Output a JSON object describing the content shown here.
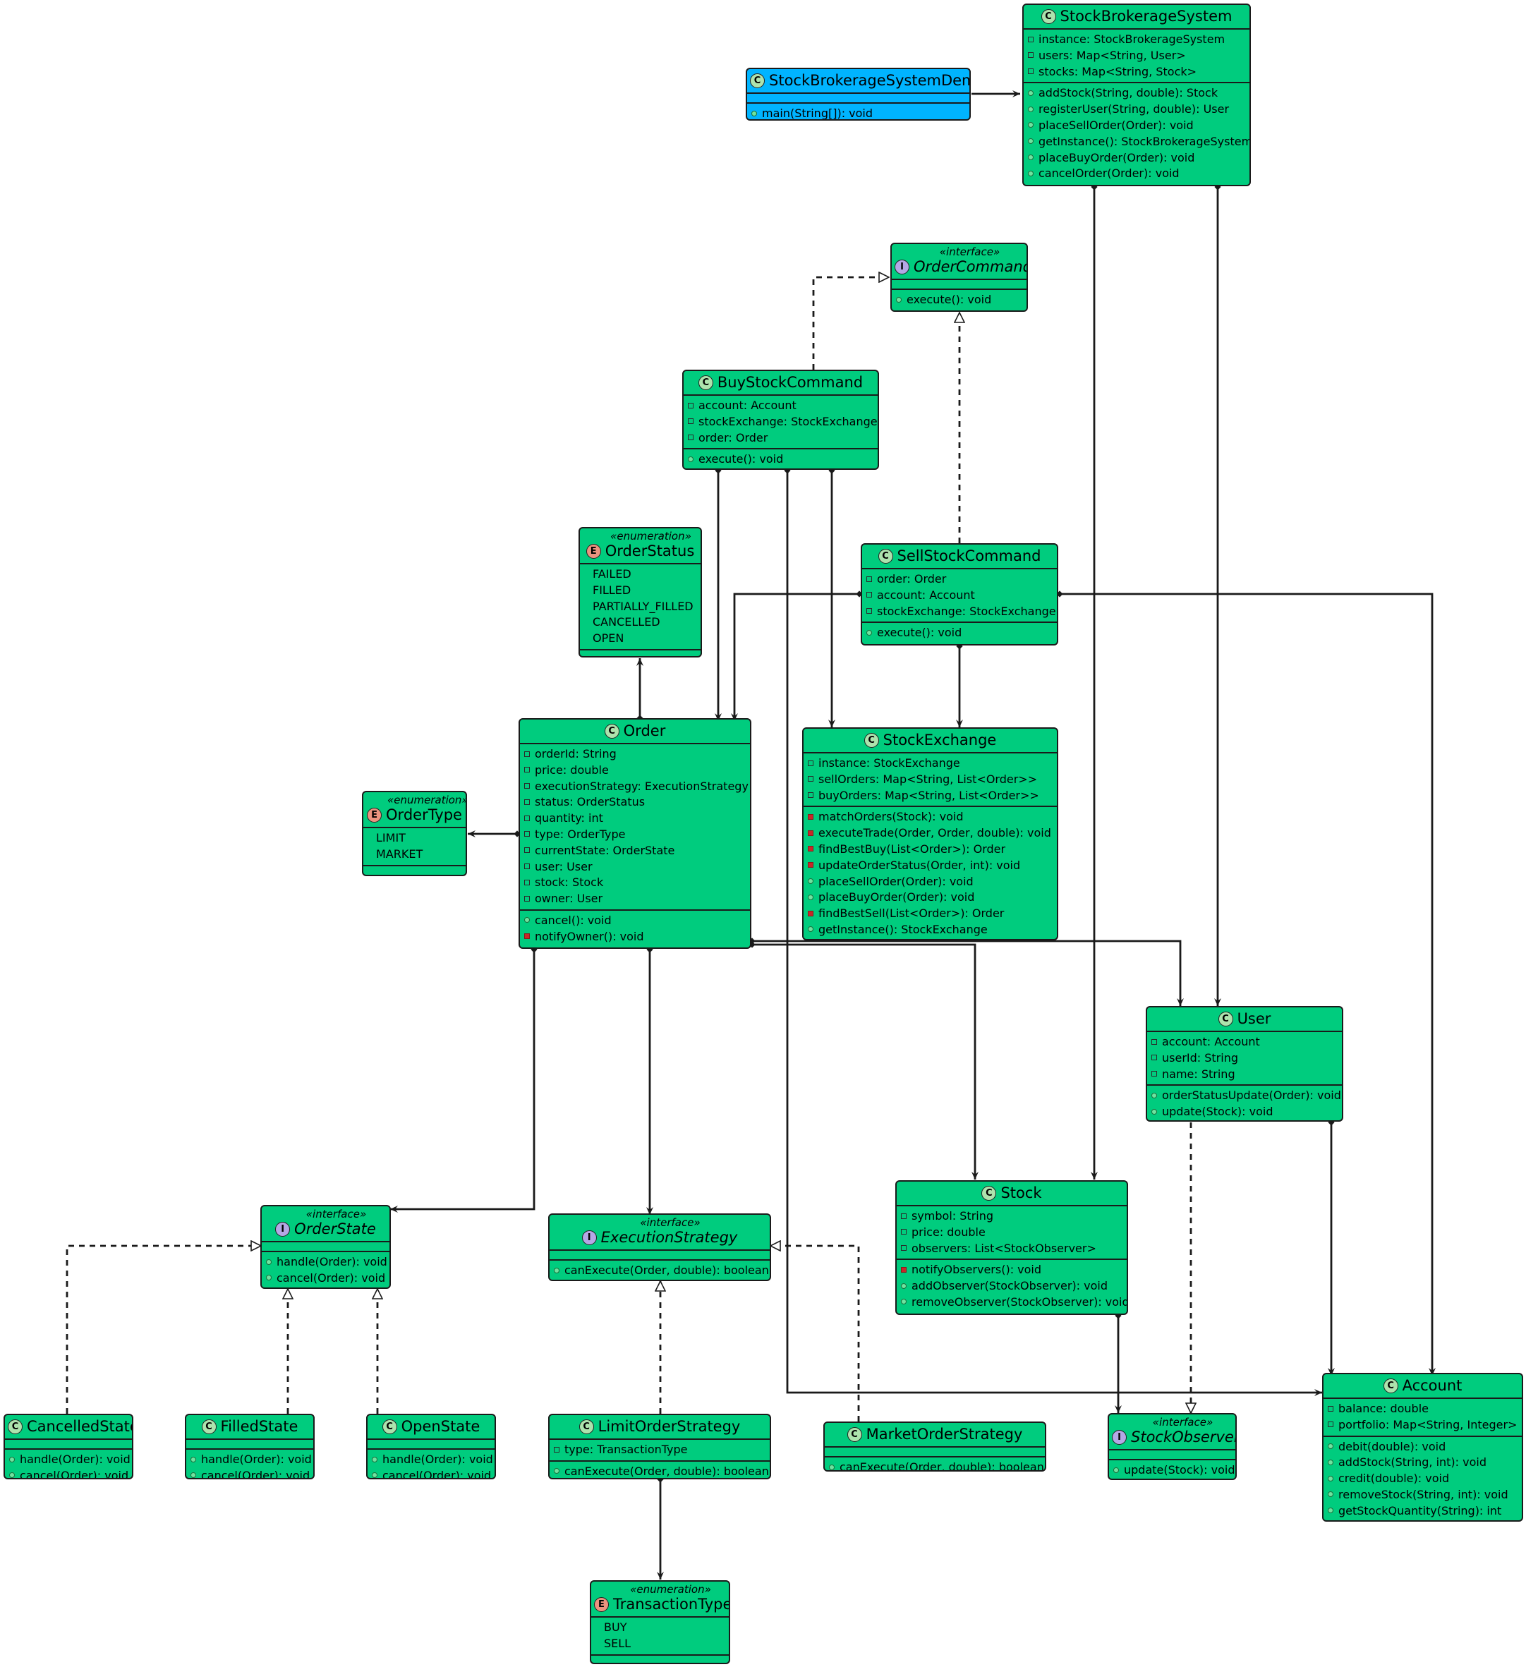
{
  "classes": {
    "stockBrokerageSystem": {
      "name": "StockBrokerageSystem",
      "kind": "class",
      "fields": [
        {
          "vis": "field",
          "text": "instance: StockBrokerageSystem"
        },
        {
          "vis": "field",
          "text": "users: Map<String, User>"
        },
        {
          "vis": "field",
          "text": "stocks: Map<String, Stock>"
        }
      ],
      "methods": [
        {
          "vis": "pub",
          "text": "addStock(String, double): Stock"
        },
        {
          "vis": "pub",
          "text": "registerUser(String, double): User"
        },
        {
          "vis": "pub",
          "text": "placeSellOrder(Order): void"
        },
        {
          "vis": "pub",
          "text": "getInstance(): StockBrokerageSystem"
        },
        {
          "vis": "pub",
          "text": "placeBuyOrder(Order): void"
        },
        {
          "vis": "pub",
          "text": "cancelOrder(Order): void"
        }
      ]
    },
    "stockBrokerageSystemDemo": {
      "name": "StockBrokerageSystemDemo",
      "kind": "class",
      "fields": [],
      "methods": [
        {
          "vis": "pub",
          "text": "main(String[]): void"
        }
      ]
    },
    "orderCommand": {
      "name": "OrderCommand",
      "kind": "interface",
      "stereotype": "«interface»",
      "fields": [],
      "methods": [
        {
          "vis": "pub",
          "text": "execute(): void"
        }
      ]
    },
    "buyStockCommand": {
      "name": "BuyStockCommand",
      "kind": "class",
      "fields": [
        {
          "vis": "field",
          "text": "account: Account"
        },
        {
          "vis": "field",
          "text": "stockExchange: StockExchange"
        },
        {
          "vis": "field",
          "text": "order: Order"
        }
      ],
      "methods": [
        {
          "vis": "pub",
          "text": "execute(): void"
        }
      ]
    },
    "orderStatus": {
      "name": "OrderStatus",
      "kind": "enum",
      "stereotype": "«enumeration»",
      "fields": [
        {
          "vis": "enum",
          "text": "FAILED"
        },
        {
          "vis": "enum",
          "text": "FILLED"
        },
        {
          "vis": "enum",
          "text": "PARTIALLY_FILLED"
        },
        {
          "vis": "enum",
          "text": "CANCELLED"
        },
        {
          "vis": "enum",
          "text": "OPEN"
        }
      ],
      "methods": []
    },
    "sellStockCommand": {
      "name": "SellStockCommand",
      "kind": "class",
      "fields": [
        {
          "vis": "field",
          "text": "order: Order"
        },
        {
          "vis": "field",
          "text": "account: Account"
        },
        {
          "vis": "field",
          "text": "stockExchange: StockExchange"
        }
      ],
      "methods": [
        {
          "vis": "pub",
          "text": "execute(): void"
        }
      ]
    },
    "order": {
      "name": "Order",
      "kind": "class",
      "fields": [
        {
          "vis": "field",
          "text": "orderId: String"
        },
        {
          "vis": "field",
          "text": "price: double"
        },
        {
          "vis": "field",
          "text": "executionStrategy: ExecutionStrategy"
        },
        {
          "vis": "field",
          "text": "status: OrderStatus"
        },
        {
          "vis": "field",
          "text": "quantity: int"
        },
        {
          "vis": "field",
          "text": "type: OrderType"
        },
        {
          "vis": "field",
          "text": "currentState: OrderState"
        },
        {
          "vis": "field",
          "text": "user: User"
        },
        {
          "vis": "field",
          "text": "stock: Stock"
        },
        {
          "vis": "field",
          "text": "owner: User"
        }
      ],
      "methods": [
        {
          "vis": "pub",
          "text": "cancel(): void"
        },
        {
          "vis": "priv",
          "text": "notifyOwner(): void"
        }
      ]
    },
    "stockExchange": {
      "name": "StockExchange",
      "kind": "class",
      "fields": [
        {
          "vis": "field",
          "text": "instance: StockExchange"
        },
        {
          "vis": "field",
          "text": "sellOrders: Map<String, List<Order>>"
        },
        {
          "vis": "field",
          "text": "buyOrders: Map<String, List<Order>>"
        }
      ],
      "methods": [
        {
          "vis": "priv",
          "text": "matchOrders(Stock): void"
        },
        {
          "vis": "priv",
          "text": "executeTrade(Order, Order, double): void"
        },
        {
          "vis": "priv",
          "text": "findBestBuy(List<Order>): Order"
        },
        {
          "vis": "priv",
          "text": "updateOrderStatus(Order, int): void"
        },
        {
          "vis": "pub",
          "text": "placeSellOrder(Order): void"
        },
        {
          "vis": "pub",
          "text": "placeBuyOrder(Order): void"
        },
        {
          "vis": "priv",
          "text": "findBestSell(List<Order>): Order"
        },
        {
          "vis": "pub",
          "text": "getInstance(): StockExchange"
        }
      ]
    },
    "orderType": {
      "name": "OrderType",
      "kind": "enum",
      "stereotype": "«enumeration»",
      "fields": [
        {
          "vis": "enum",
          "text": "LIMIT"
        },
        {
          "vis": "enum",
          "text": "MARKET"
        }
      ],
      "methods": []
    },
    "user": {
      "name": "User",
      "kind": "class",
      "fields": [
        {
          "vis": "field",
          "text": "account: Account"
        },
        {
          "vis": "field",
          "text": "userId: String"
        },
        {
          "vis": "field",
          "text": "name: String"
        }
      ],
      "methods": [
        {
          "vis": "pub",
          "text": "orderStatusUpdate(Order): void"
        },
        {
          "vis": "pub",
          "text": "update(Stock): void"
        }
      ]
    },
    "stock": {
      "name": "Stock",
      "kind": "class",
      "fields": [
        {
          "vis": "field",
          "text": "symbol: String"
        },
        {
          "vis": "field",
          "text": "price: double"
        },
        {
          "vis": "field",
          "text": "observers: List<StockObserver>"
        }
      ],
      "methods": [
        {
          "vis": "priv",
          "text": "notifyObservers(): void"
        },
        {
          "vis": "pub",
          "text": "addObserver(StockObserver): void"
        },
        {
          "vis": "pub",
          "text": "removeObserver(StockObserver): void"
        }
      ]
    },
    "orderState": {
      "name": "OrderState",
      "kind": "interface",
      "stereotype": "«interface»",
      "fields": [],
      "methods": [
        {
          "vis": "pub",
          "text": "handle(Order): void"
        },
        {
          "vis": "pub",
          "text": "cancel(Order): void"
        }
      ]
    },
    "executionStrategy": {
      "name": "ExecutionStrategy",
      "kind": "interface",
      "stereotype": "«interface»",
      "fields": [],
      "methods": [
        {
          "vis": "pub",
          "text": "canExecute(Order, double): boolean"
        }
      ]
    },
    "cancelledState": {
      "name": "CancelledState",
      "kind": "class",
      "fields": [],
      "methods": [
        {
          "vis": "pub",
          "text": "handle(Order): void"
        },
        {
          "vis": "pub",
          "text": "cancel(Order): void"
        }
      ]
    },
    "filledState": {
      "name": "FilledState",
      "kind": "class",
      "fields": [],
      "methods": [
        {
          "vis": "pub",
          "text": "handle(Order): void"
        },
        {
          "vis": "pub",
          "text": "cancel(Order): void"
        }
      ]
    },
    "openState": {
      "name": "OpenState",
      "kind": "class",
      "fields": [],
      "methods": [
        {
          "vis": "pub",
          "text": "handle(Order): void"
        },
        {
          "vis": "pub",
          "text": "cancel(Order): void"
        }
      ]
    },
    "limitOrderStrategy": {
      "name": "LimitOrderStrategy",
      "kind": "class",
      "fields": [
        {
          "vis": "field",
          "text": "type: TransactionType"
        }
      ],
      "methods": [
        {
          "vis": "pub",
          "text": "canExecute(Order, double): boolean"
        }
      ]
    },
    "marketOrderStrategy": {
      "name": "MarketOrderStrategy",
      "kind": "class",
      "fields": [],
      "methods": [
        {
          "vis": "pub",
          "text": "canExecute(Order, double): boolean"
        }
      ]
    },
    "stockObserver": {
      "name": "StockObserver",
      "kind": "interface",
      "stereotype": "«interface»",
      "fields": [],
      "methods": [
        {
          "vis": "pub",
          "text": "update(Stock): void"
        }
      ]
    },
    "account": {
      "name": "Account",
      "kind": "class",
      "fields": [
        {
          "vis": "field",
          "text": "balance: double"
        },
        {
          "vis": "field",
          "text": "portfolio: Map<String, Integer>"
        }
      ],
      "methods": [
        {
          "vis": "pub",
          "text": "debit(double): void"
        },
        {
          "vis": "pub",
          "text": "addStock(String, int): void"
        },
        {
          "vis": "pub",
          "text": "credit(double): void"
        },
        {
          "vis": "pub",
          "text": "removeStock(String, int): void"
        },
        {
          "vis": "pub",
          "text": "getStockQuantity(String): int"
        }
      ]
    },
    "transactionType": {
      "name": "TransactionType",
      "kind": "enum",
      "stereotype": "«enumeration»",
      "fields": [
        {
          "vis": "enum",
          "text": "BUY"
        },
        {
          "vis": "enum",
          "text": "SELL"
        }
      ],
      "methods": []
    }
  },
  "relations": [
    {
      "from": "stockBrokerageSystemDemo",
      "to": "stockBrokerageSystem",
      "type": "association"
    },
    {
      "from": "stockBrokerageSystem",
      "to": "stock",
      "type": "composition"
    },
    {
      "from": "stockBrokerageSystem",
      "to": "user",
      "type": "composition"
    },
    {
      "from": "buyStockCommand",
      "to": "orderCommand",
      "type": "realization"
    },
    {
      "from": "sellStockCommand",
      "to": "orderCommand",
      "type": "realization"
    },
    {
      "from": "buyStockCommand",
      "to": "order",
      "type": "composition"
    },
    {
      "from": "buyStockCommand",
      "to": "stockExchange",
      "type": "composition"
    },
    {
      "from": "buyStockCommand",
      "to": "account",
      "type": "composition"
    },
    {
      "from": "sellStockCommand",
      "to": "order",
      "type": "composition"
    },
    {
      "from": "sellStockCommand",
      "to": "stockExchange",
      "type": "composition"
    },
    {
      "from": "sellStockCommand",
      "to": "account",
      "type": "composition"
    },
    {
      "from": "order",
      "to": "orderStatus",
      "type": "composition"
    },
    {
      "from": "order",
      "to": "orderType",
      "type": "composition"
    },
    {
      "from": "order",
      "to": "orderState",
      "type": "composition"
    },
    {
      "from": "order",
      "to": "executionStrategy",
      "type": "composition"
    },
    {
      "from": "order",
      "to": "stock",
      "type": "composition"
    },
    {
      "from": "order",
      "to": "user",
      "type": "composition"
    },
    {
      "from": "user",
      "to": "account",
      "type": "composition"
    },
    {
      "from": "user",
      "to": "stockObserver",
      "type": "realization"
    },
    {
      "from": "stock",
      "to": "stockObserver",
      "type": "composition"
    },
    {
      "from": "cancelledState",
      "to": "orderState",
      "type": "realization"
    },
    {
      "from": "filledState",
      "to": "orderState",
      "type": "realization"
    },
    {
      "from": "openState",
      "to": "orderState",
      "type": "realization"
    },
    {
      "from": "limitOrderStrategy",
      "to": "executionStrategy",
      "type": "realization"
    },
    {
      "from": "marketOrderStrategy",
      "to": "executionStrategy",
      "type": "realization"
    },
    {
      "from": "limitOrderStrategy",
      "to": "transactionType",
      "type": "composition"
    }
  ]
}
